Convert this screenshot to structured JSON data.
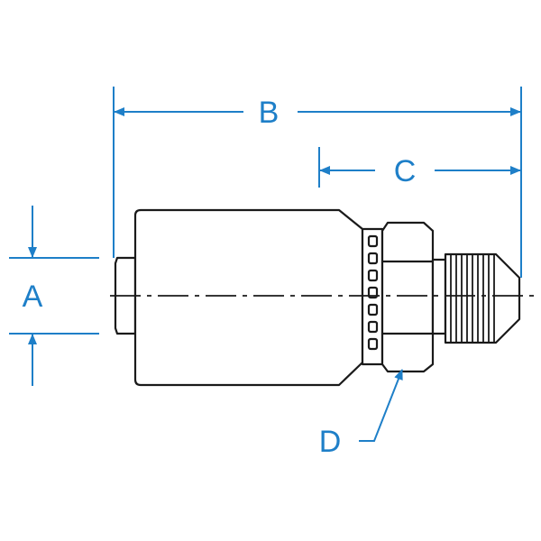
{
  "colors": {
    "dimension": "#1e7fc8",
    "outline": "#1a1a1a",
    "background": "#ffffff"
  },
  "labels": {
    "a": "A",
    "b": "B",
    "c": "C",
    "d": "D"
  }
}
